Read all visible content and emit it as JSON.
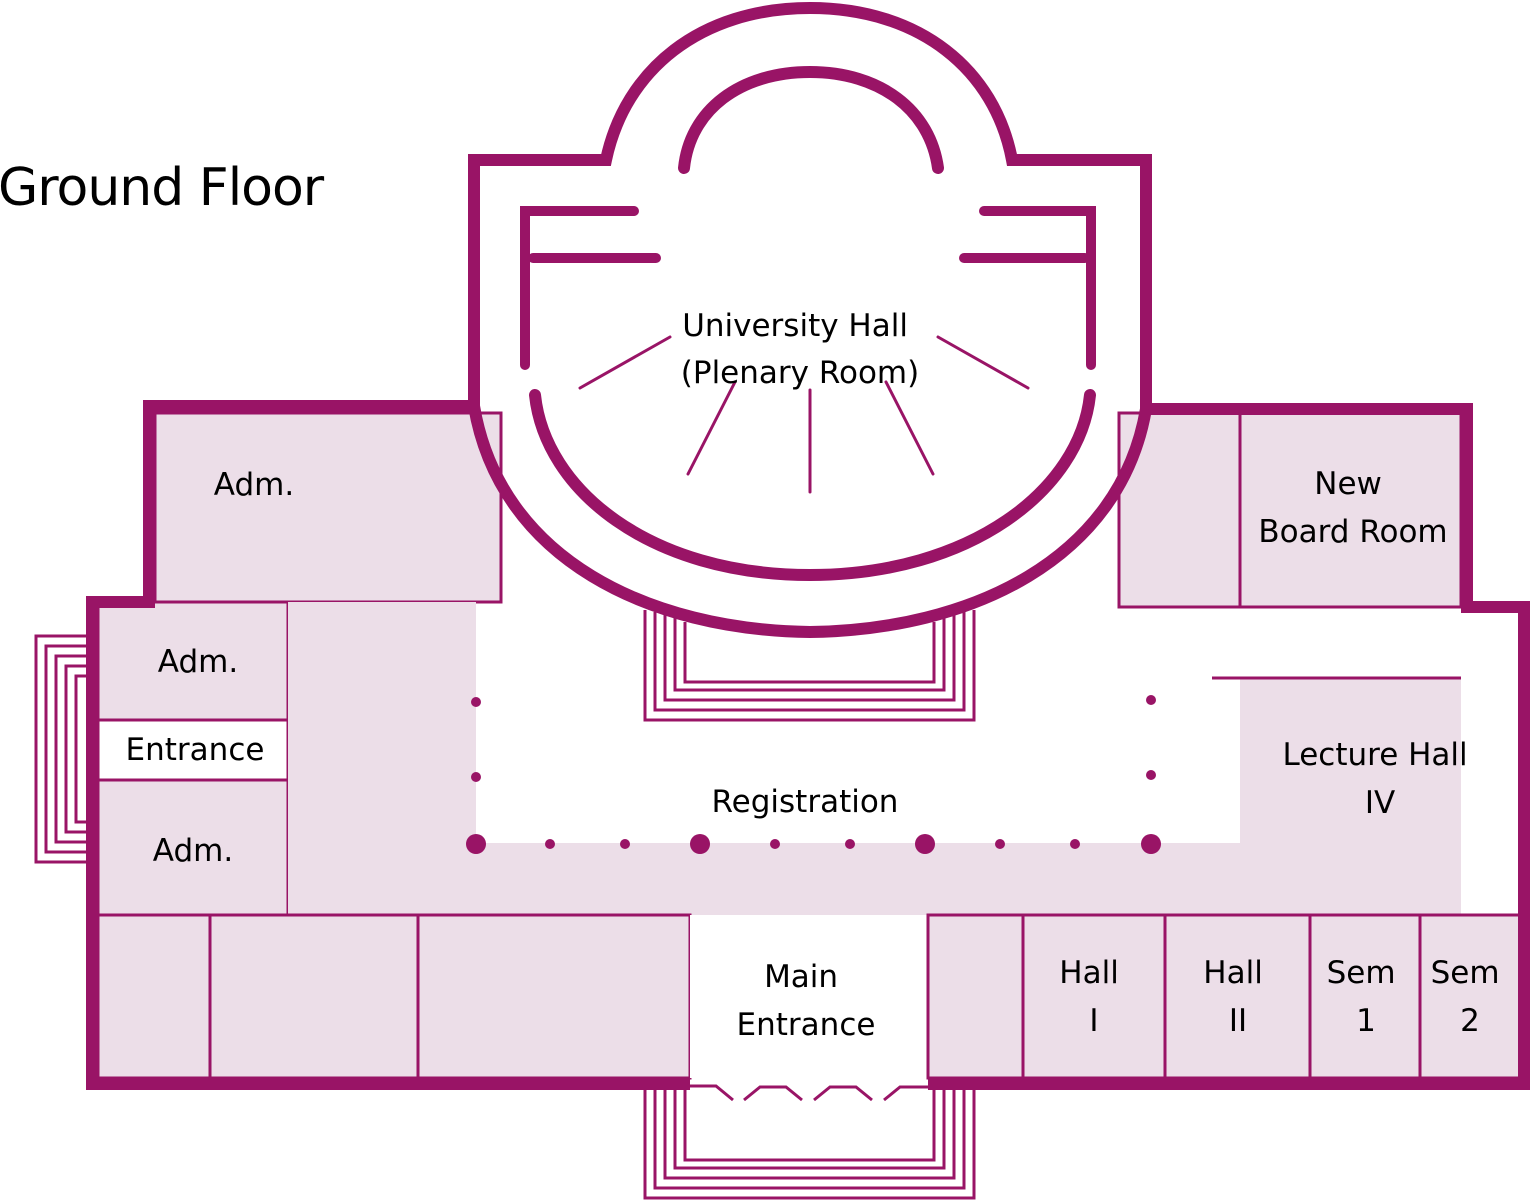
{
  "title": "Ground Floor",
  "colors": {
    "wall": "#991466",
    "room_fill": "#ecdee8",
    "background": "#ffffff",
    "text": "#000000"
  },
  "rooms": {
    "university_hall": [
      "University Hall",
      "(Plenary Room)"
    ],
    "adm_top": "Adm.",
    "adm_mid": "Adm.",
    "entrance_side": "Entrance",
    "adm_low": "Adm.",
    "new_board_room": [
      "New",
      "Board Room"
    ],
    "lecture_hall_iv": [
      "Lecture Hall",
      "IV"
    ],
    "registration": "Registration",
    "main_entrance": [
      "Main",
      "Entrance"
    ],
    "hall_1": [
      "Hall",
      "I"
    ],
    "hall_2": [
      "Hall",
      "II"
    ],
    "sem_1": [
      "Sem",
      "1"
    ],
    "sem_2": [
      "Sem",
      "2"
    ]
  }
}
